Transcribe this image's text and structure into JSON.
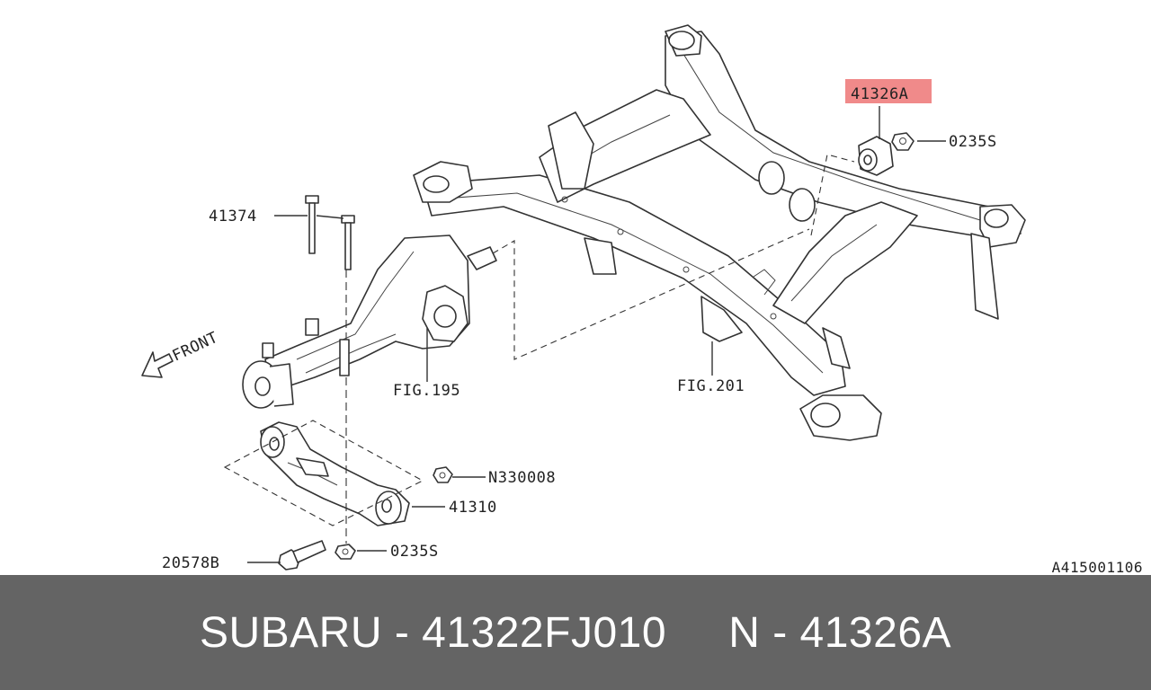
{
  "labels": {
    "part_41374": "41374",
    "fig_195": "FIG.195",
    "fig_201": "FIG.201",
    "part_41326a": "41326A",
    "part_0235s_top": "0235S",
    "part_n330008": "N330008",
    "part_41310": "41310",
    "part_20578b": "20578B",
    "part_0235s_bottom": "0235S",
    "front": "FRONT",
    "diagram_code": "A415001106"
  },
  "highlight": {
    "target": "41326A",
    "color": "#f08a8a"
  },
  "footer": {
    "text": "SUBARU - 41322FJ010     N - 41326A",
    "background": "#646464",
    "color": "#ffffff"
  }
}
